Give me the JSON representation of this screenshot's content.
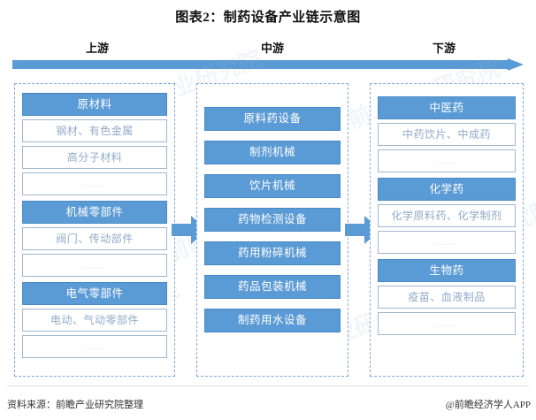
{
  "title": "图表2：制药设备产业链示意图",
  "stages": {
    "upstream": "上游",
    "midstream": "中游",
    "downstream": "下游"
  },
  "ellipsis": "......",
  "colors": {
    "accent_blue": "#5B9BD5",
    "box_border": "#9FB6CD",
    "column_border": "#7FA8D4",
    "item_text": "#8FABC9"
  },
  "upstream": {
    "groups": [
      {
        "header": "原材料",
        "items": [
          "钢材、有色金属",
          "高分子材料",
          "......"
        ]
      },
      {
        "header": "机械零部件",
        "items": [
          "阀门、传动部件",
          "......"
        ]
      },
      {
        "header": "电气零部件",
        "items": [
          "电动、气动零部件",
          "......"
        ]
      }
    ]
  },
  "midstream": {
    "items": [
      "原料药设备",
      "制剂机械",
      "饮片机械",
      "药物检测设备",
      "药用粉碎机械",
      "药品包装机械",
      "制药用水设备"
    ]
  },
  "downstream": {
    "groups": [
      {
        "header": "中医药",
        "items": [
          "中药饮片、中成药",
          "......"
        ]
      },
      {
        "header": "化学药",
        "items": [
          "化学原料药、化学制剂",
          "......"
        ]
      },
      {
        "header": "生物药",
        "items": [
          "疫苗、血液制品",
          "......"
        ]
      }
    ]
  },
  "footer": {
    "source": "资料来源：前瞻产业研究院整理",
    "brand": "@前瞻经济学人APP"
  },
  "watermark": "前瞻产业研究院"
}
